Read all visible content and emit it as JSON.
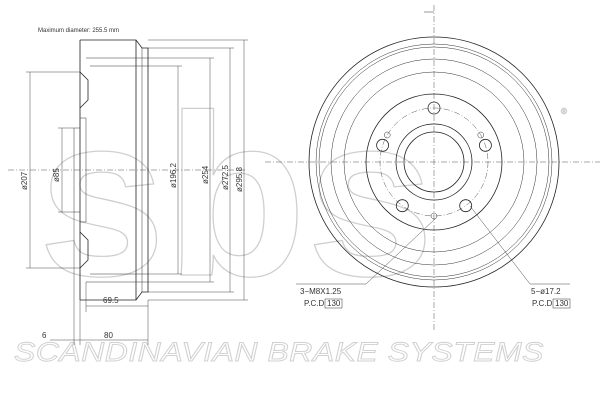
{
  "brand": {
    "logo_text": "sbs",
    "registered_mark": "®",
    "company_name": "SCANDINAVIAN BRAKE SYSTEMS"
  },
  "side_view": {
    "max_diameter_note": "Maximum diameter: 255.5 mm",
    "dims": {
      "d207": "ø207",
      "d85": "ø85",
      "d196": "ø196.2",
      "d254": "ø254",
      "d272": "ø272.5",
      "d295": "ø295.8",
      "h69": "69.5",
      "h6": "6",
      "h80": "80"
    }
  },
  "front_view": {
    "thread_label": "3−M8X1.25",
    "thread_pcd_label": "P.C.D",
    "thread_pcd_value": "130",
    "holes_label": "5−ø17.2",
    "holes_pcd_label": "P.C.D",
    "holes_pcd_value": "130",
    "bolt_holes": 5,
    "threaded_holes": 3
  },
  "colors": {
    "line": "#222222",
    "watermark": "#cfcfcf"
  }
}
